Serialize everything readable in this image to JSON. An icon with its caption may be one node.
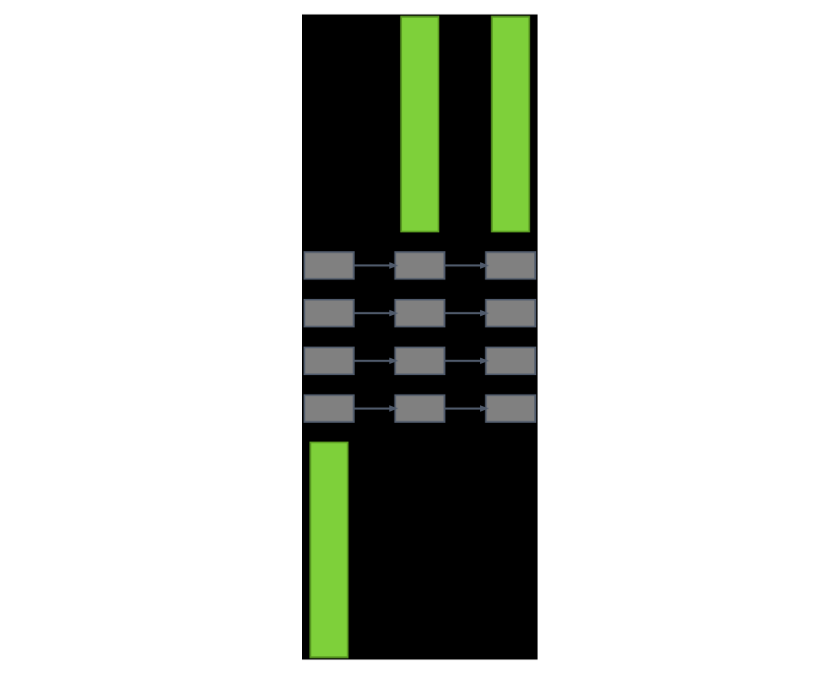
{
  "diagram": {
    "nodes": [
      {
        "text": [],
        "shape": "bar"
      },
      {
        "text": [],
        "shape": "box"
      },
      {
        "text": [],
        "shape": "box"
      },
      {
        "text": [],
        "shape": "box"
      },
      {
        "text": [],
        "shape": "box"
      },
      {
        "text": [],
        "shape": "bar"
      },
      {
        "text": [],
        "shape": "box"
      },
      {
        "text": [],
        "shape": "box"
      },
      {
        "text": [],
        "shape": "box"
      },
      {
        "text": [],
        "shape": "box"
      },
      {
        "text": [],
        "shape": "bar"
      },
      {
        "text": [],
        "shape": "box"
      },
      {
        "text": [],
        "shape": "box"
      },
      {
        "text": [],
        "shape": "box"
      },
      {
        "text": [],
        "shape": "box"
      }
    ],
    "edges": [
      {
        "from": 1,
        "to": 6,
        "arrow": "to"
      },
      {
        "from": 2,
        "to": 7,
        "arrow": "to"
      },
      {
        "from": 3,
        "to": 8,
        "arrow": "to"
      },
      {
        "from": 4,
        "to": 9,
        "arrow": "to"
      },
      {
        "from": 6,
        "to": 11,
        "arrow": "to"
      },
      {
        "from": 7,
        "to": 12,
        "arrow": "to"
      },
      {
        "from": 8,
        "to": 13,
        "arrow": "to"
      },
      {
        "from": 9,
        "to": 14,
        "arrow": "to"
      }
    ]
  }
}
